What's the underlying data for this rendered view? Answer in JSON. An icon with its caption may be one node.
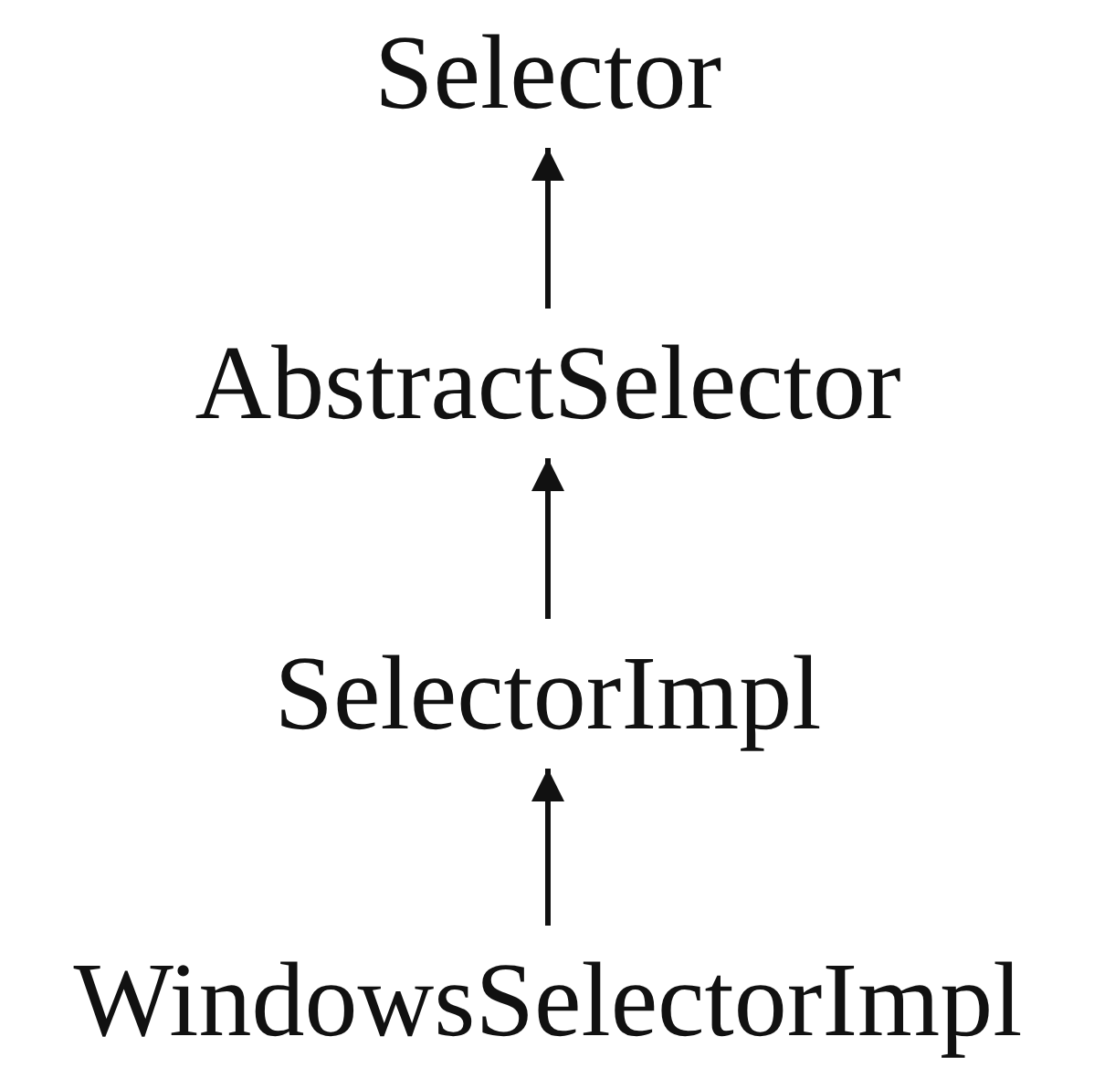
{
  "diagram": {
    "nodes": [
      {
        "text": [
          "Selector"
        ]
      },
      {
        "text": [
          "AbstractSelector"
        ]
      },
      {
        "text": [
          "SelectorImpl"
        ]
      },
      {
        "text": [
          "WindowsSelectorImpl"
        ]
      }
    ],
    "edges": [
      {
        "from": 1,
        "to": 0,
        "arrow": "to"
      },
      {
        "from": 2,
        "to": 1,
        "arrow": "to"
      },
      {
        "from": 3,
        "to": 2,
        "arrow": "to"
      }
    ]
  }
}
